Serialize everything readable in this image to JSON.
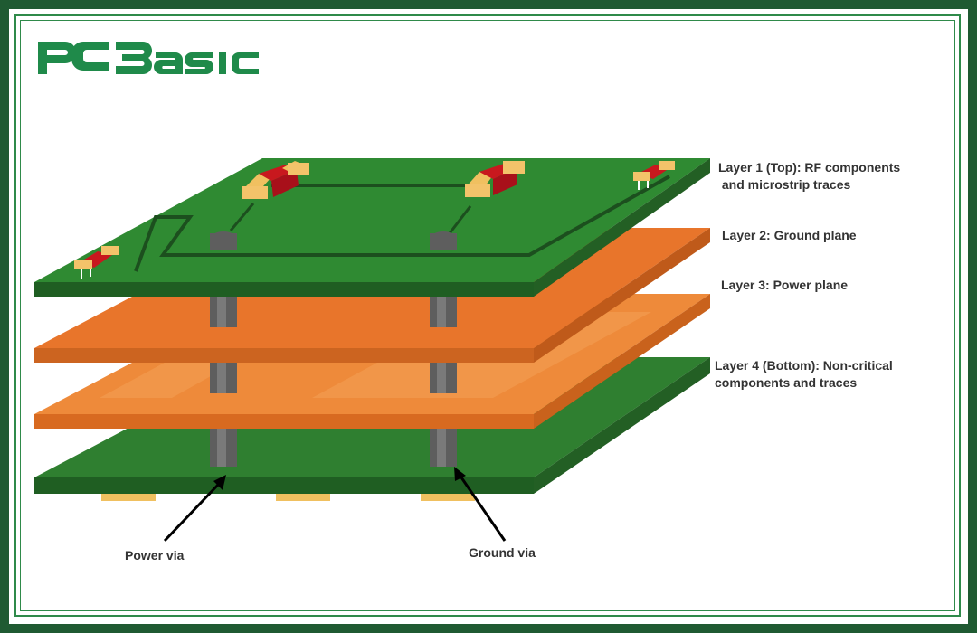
{
  "logo": {
    "text": "PCBasic"
  },
  "layers": [
    {
      "id": "layer-1",
      "text": "Layer 1 (Top): RF components\n and microstrip traces"
    },
    {
      "id": "layer-2",
      "text": "Layer 2: Ground plane"
    },
    {
      "id": "layer-3",
      "text": "Layer 3: Power plane"
    },
    {
      "id": "layer-4",
      "text": "Layer 4 (Bottom): Non-critical\ncomponents and traces"
    }
  ],
  "callouts": {
    "power_via": "Power via",
    "ground_via": "Ground via"
  },
  "colors": {
    "board_green": "#2d7a2e",
    "board_green_dark": "#1f5c22",
    "copper_orange": "#e5722a",
    "copper_light": "#f08a3c",
    "via_gray": "#5a5a5a",
    "component_red": "#c8181e",
    "pad_yellow": "#f0c060",
    "brand_green": "#1f8a4a"
  }
}
